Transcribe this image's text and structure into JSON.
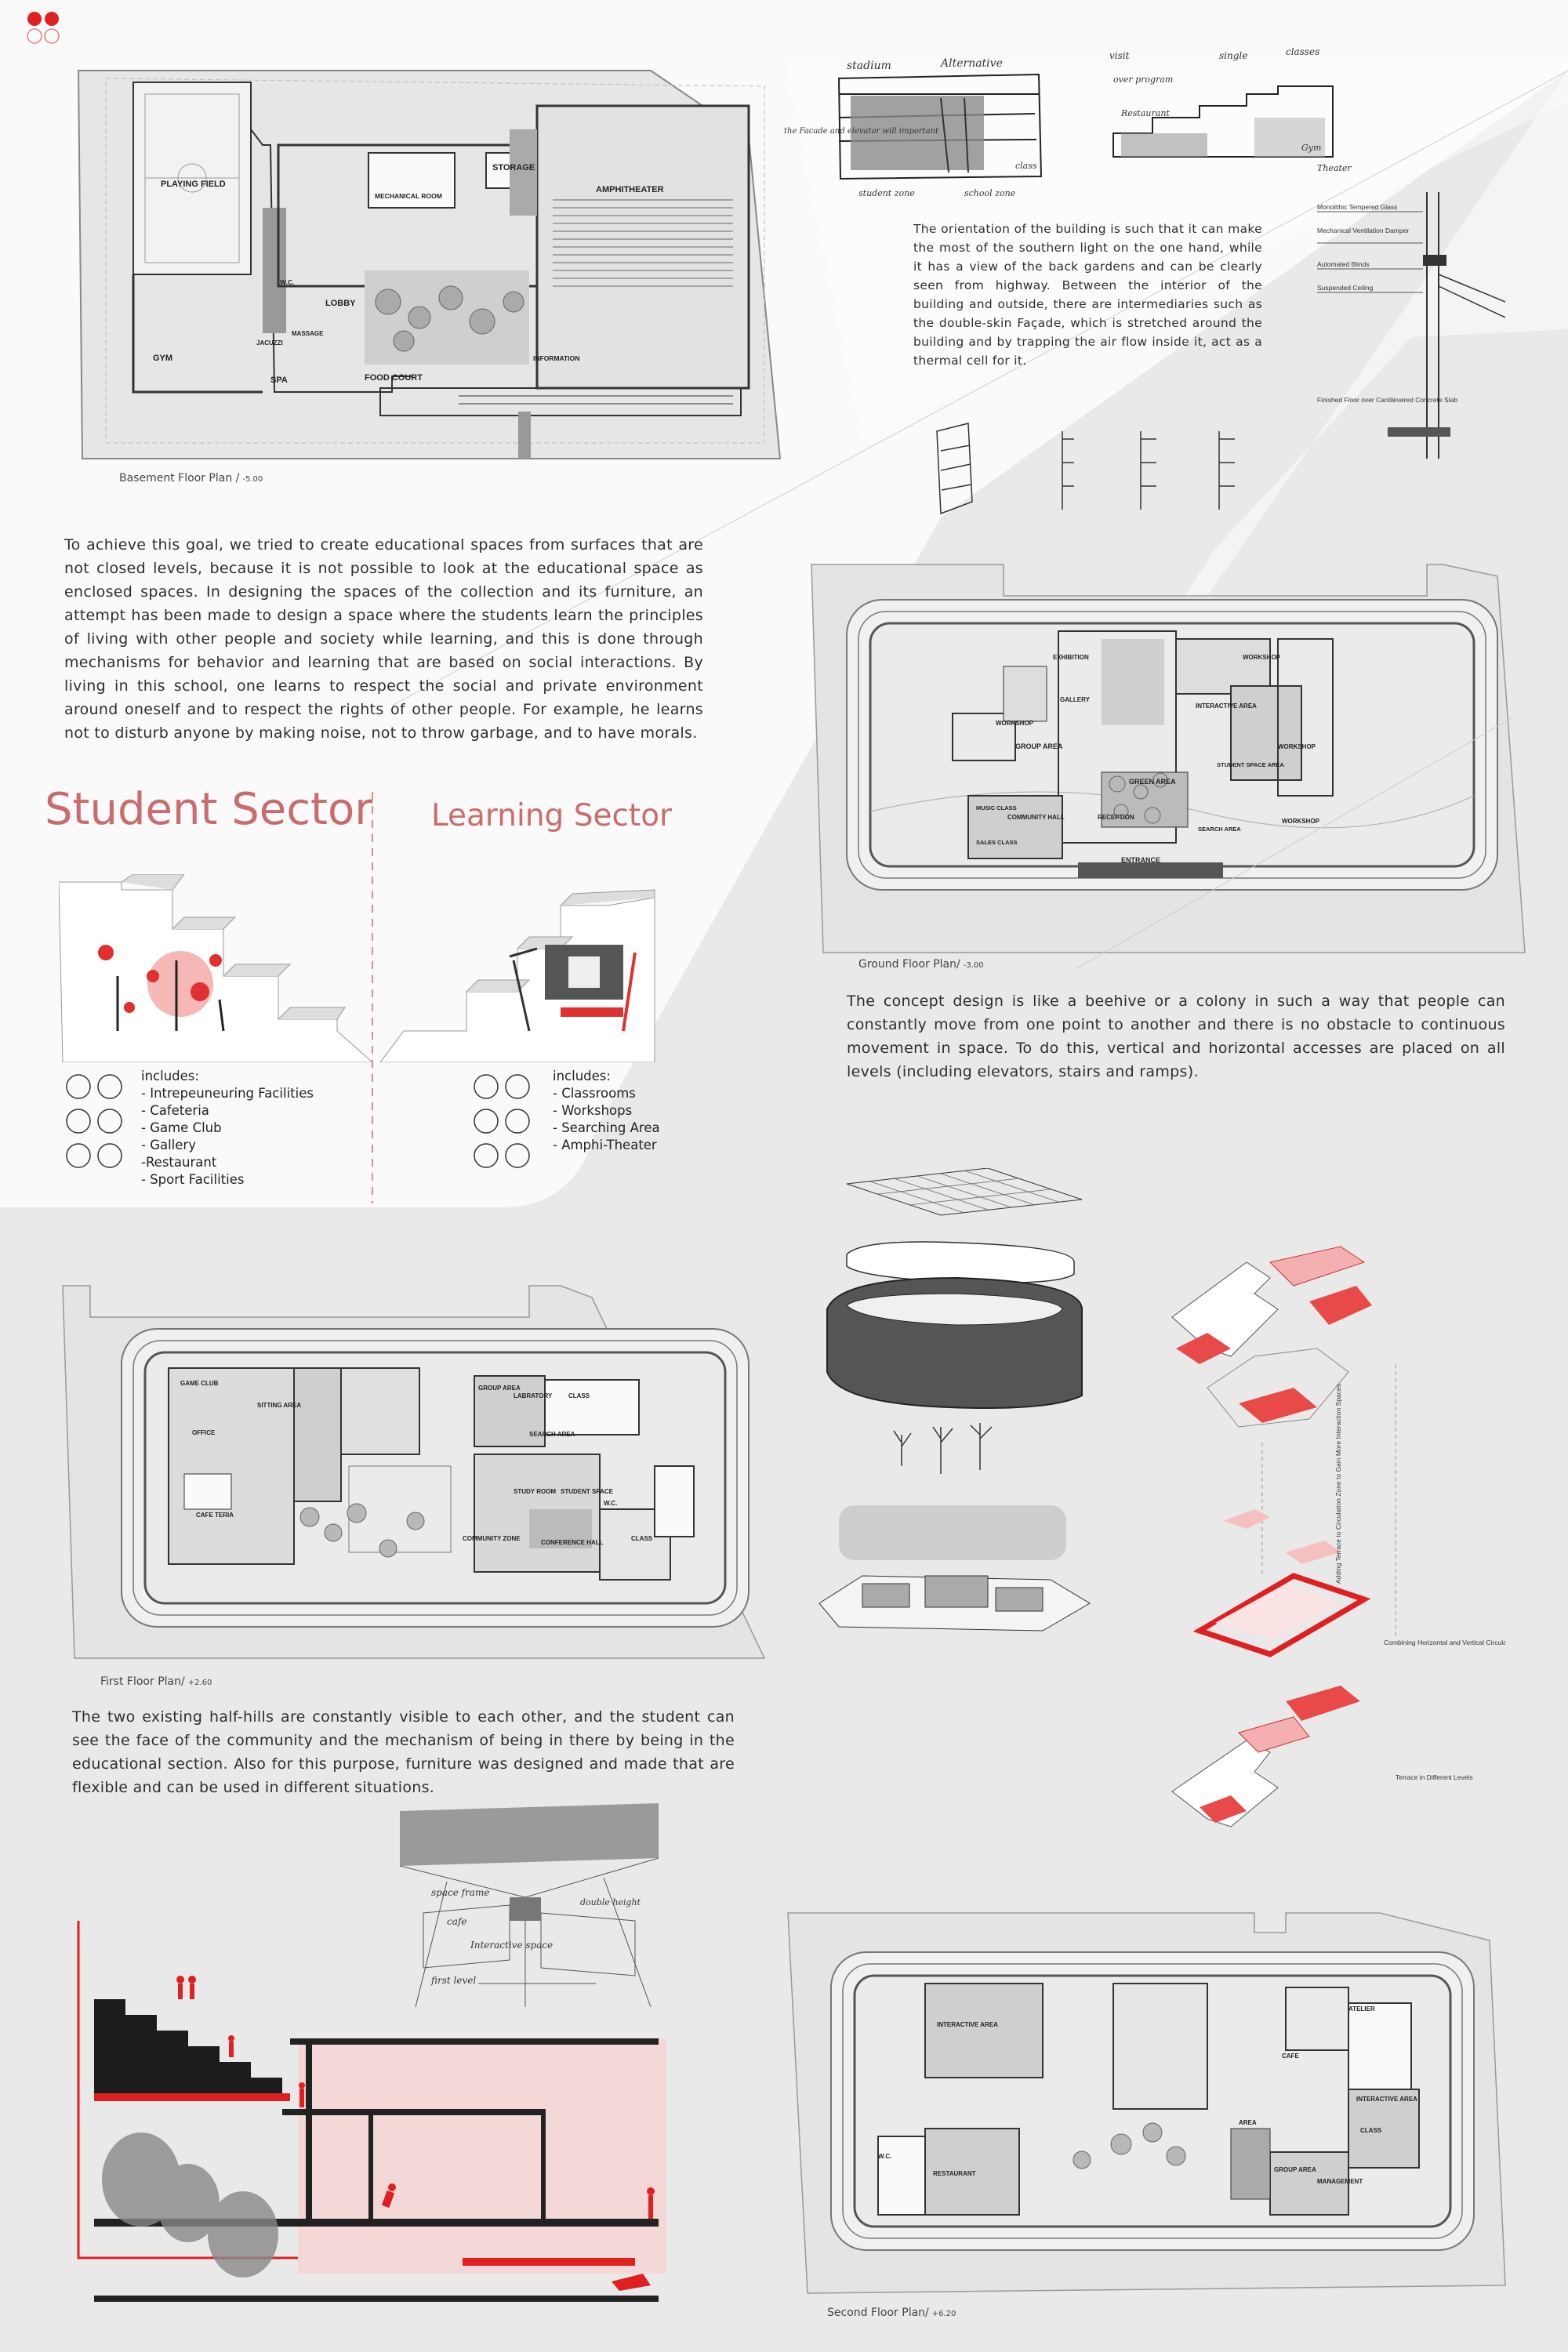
{
  "logo": {
    "color": "#e02020"
  },
  "basement_plan": {
    "caption": "Basement Floor Plan /",
    "level": "-5.00",
    "rooms": {
      "playing_field": "PLAYING FIELD",
      "storage": "STORAGE",
      "mechanical": "MECHANICAL ROOM",
      "amphitheater": "AMPHITHEATER",
      "wc": "W.C.",
      "lobby": "LOBBY",
      "massage": "MASSAGE",
      "jacuzzi": "JACUZZI",
      "gym": "GYM",
      "spa": "SPA",
      "food_court": "FOOD COURT",
      "information": "INFORMATION"
    }
  },
  "sketches": {
    "stadium": "stadium",
    "alternative": "Alternative",
    "side_note": "the Facade and elevator will important",
    "student_zone": "student zone",
    "school_zone": "school zone",
    "class": "class",
    "visit": "visit",
    "single": "single",
    "classes": "classes",
    "over_program": "over program",
    "restaurant": "Restaurant",
    "gym": "Gym",
    "theater": "Theater"
  },
  "orientation_text": "The orientation of the building is such that it can make the most of the southern light on the one hand, while it has a view of the back gardens and can be clearly seen from highway. Between the interior of the building and outside, there are intermediaries such as the double-skin Façade, which is stretched around the building and by trapping the air flow inside it, act as a thermal cell for it.",
  "wall_section": {
    "glass": "Monolithic Tempered Glass",
    "damper": "Mechanical Ventilation Damper",
    "blinds": "Automated Blinds",
    "ceiling": "Suspended Ceiling",
    "floor": "Finished Floor over Cantilevered Concrete Slab"
  },
  "intro_text": "To achieve this goal, we tried to create educational spaces from surfaces that are not closed levels, because it is not possible to look at the educational space as enclosed spaces. In designing the spaces of the collection and its furniture, an attempt has been made to design a space where the students learn the principles of living with other people and society while learning, and this is done through mechanisms for behavior and learning that are based on social interactions. By living in this school, one learns to respect the social and private environment around oneself and to respect the rights of other people. For example, he learns not to disturb anyone by making noise, not to throw garbage, and to have morals.",
  "student_sector": {
    "title": "Student Sector",
    "includes_label": "includes:",
    "items": [
      "- Intrepeuneuring Facilities",
      "- Cafeteria",
      "- Game Club",
      "- Gallery",
      "-Restaurant",
      "- Sport Facilities"
    ]
  },
  "learning_sector": {
    "title": "Learning Sector",
    "includes_label": "includes:",
    "items": [
      "- Classrooms",
      "- Workshops",
      "- Searching Area",
      "- Amphi-Theater"
    ]
  },
  "ground_plan": {
    "caption": "Ground Floor Plan/",
    "level": "-3.00",
    "rooms": {
      "exhibition": "EXHIBITION",
      "gallery": "GALLERY",
      "workshop": "WORKSHOP",
      "interactive": "INTERACTIVE AREA",
      "group": "GROUP AREA",
      "green": "GREEN AREA",
      "student_space": "STUDENT SPACE AREA",
      "music": "MUSIC CLASS",
      "community": "COMMUNITY HALL",
      "sales": "SALES CLASS",
      "reception": "RECEPTION",
      "search": "SEARCH AREA",
      "entrance": "ENTRANCE"
    }
  },
  "concept_text": "The concept design is like a beehive or a colony in such a way that people can constantly move from one point to another and there is no obstacle to continuous movement in space. To do this, vertical and horizontal accesses are placed on all levels (including elevators, stairs and ramps).",
  "diagram_notes": {
    "terrace_circulation": "Adding Terrace to Circulation Zone to Gain More Interaction Spaces",
    "combining": "Combining Horizontal and Vertical Circulation and Connecting to a Ramp",
    "terrace_levels": "Terrace in Different Levels"
  },
  "first_plan": {
    "caption": "First Floor Plan/",
    "level": "+2.60",
    "rooms": {
      "game_club": "GAME CLUB",
      "sitting": "SITTING AREA",
      "office": "OFFICE",
      "cafeteria": "CAFE TERIA",
      "group": "GROUP AREA",
      "laboratory": "LABRATORY",
      "class": "CLASS",
      "search": "SEARCH AREA",
      "study": "STUDY ROOM",
      "student_space": "STUDENT SPACE",
      "wc": "W.C.",
      "community_zone": "COMMUNITY ZONE",
      "conference": "CONFERENCE HALL"
    }
  },
  "halfhills_text": "The two existing half-hills are constantly visible to each other, and the student can see the face of the community and the mechanism of being in there by being in the educational section. Also for this purpose, furniture was designed and made that are flexible and can be used in different situations.",
  "perspective": {
    "sport_frame": "space frame",
    "cafe": "cafe",
    "interactive": "Interactive space",
    "first_level": "first level",
    "double_height": "double height"
  },
  "second_plan": {
    "caption": "Second Floor Plan/",
    "level": "+6.20",
    "rooms": {
      "interactive": "INTERACTIVE AREA",
      "atelier": "ATELIER",
      "cafe": "CAFE",
      "interactive2": "INTERACTIVE AREA",
      "class": "CLASS",
      "wc": "W.C.",
      "restaurant": "RESTAURANT",
      "group": "GROUP AREA",
      "management": "MANAGEMENT",
      "area": "AREA"
    }
  }
}
